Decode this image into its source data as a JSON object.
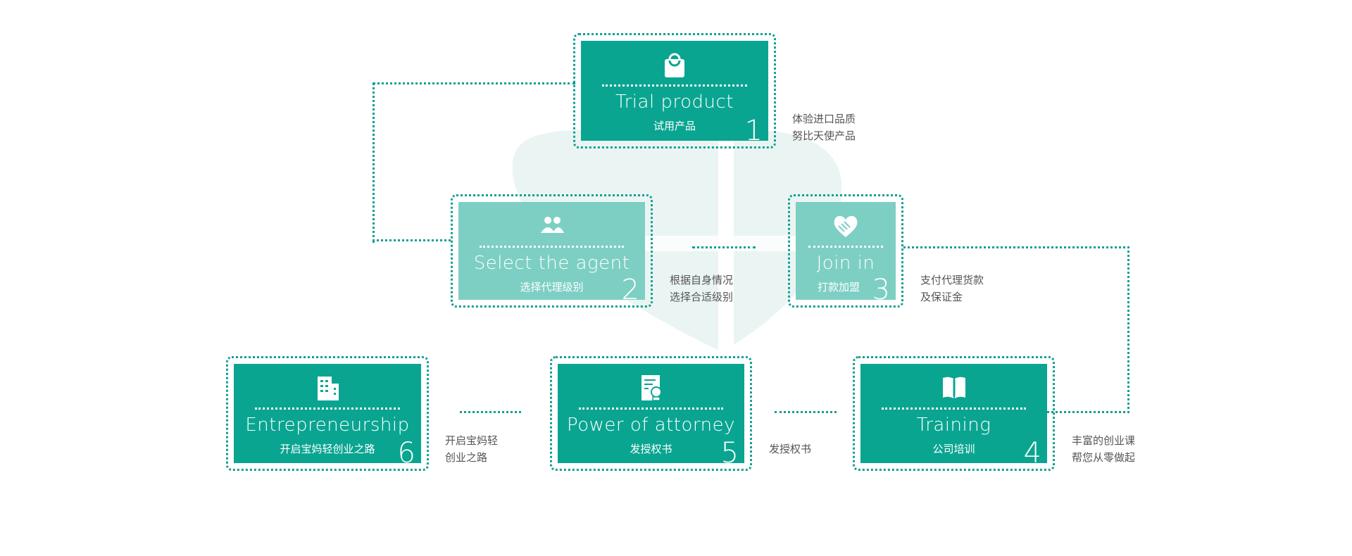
{
  "colors": {
    "primary": "#0aa591",
    "light": "#7dcfc3",
    "dots": "#119f93",
    "note_text": "#555555"
  },
  "steps": [
    {
      "en": "Trial product",
      "zh": "试用产品",
      "num": "1",
      "icon": "shopping-bag-icon",
      "note": [
        "体验进口品质",
        "努比天使产品"
      ]
    },
    {
      "en": "Select the agent",
      "zh": "选择代理级别",
      "num": "2",
      "icon": "users-icon",
      "note": [
        "根据自身情况",
        "选择合适级别"
      ]
    },
    {
      "en": "Join in",
      "zh": "打款加盟",
      "num": "3",
      "icon": "handshake-heart-icon",
      "note": [
        "支付代理货款",
        "及保证金"
      ]
    },
    {
      "en": "Training",
      "zh": "公司培训",
      "num": "4",
      "icon": "book-icon",
      "note": [
        "丰富的创业课",
        "帮您从零做起"
      ]
    },
    {
      "en": "Power of attorney",
      "zh": "发授权书",
      "num": "5",
      "icon": "certificate-icon",
      "note": [
        "发授权书"
      ]
    },
    {
      "en": "Entrepreneurship",
      "zh": "开启宝妈轻创业之路",
      "num": "6",
      "icon": "building-icon",
      "note": [
        "开启宝妈轻",
        "创业之路"
      ]
    }
  ]
}
